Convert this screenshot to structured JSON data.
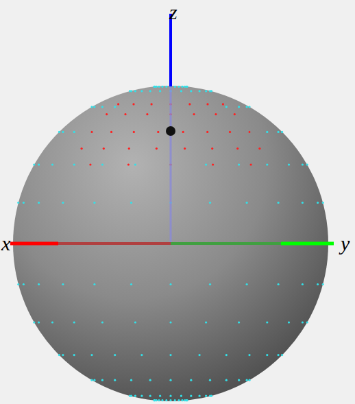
{
  "diagram": {
    "labels": [
      "z",
      "x",
      "y"
    ]
  }
}
